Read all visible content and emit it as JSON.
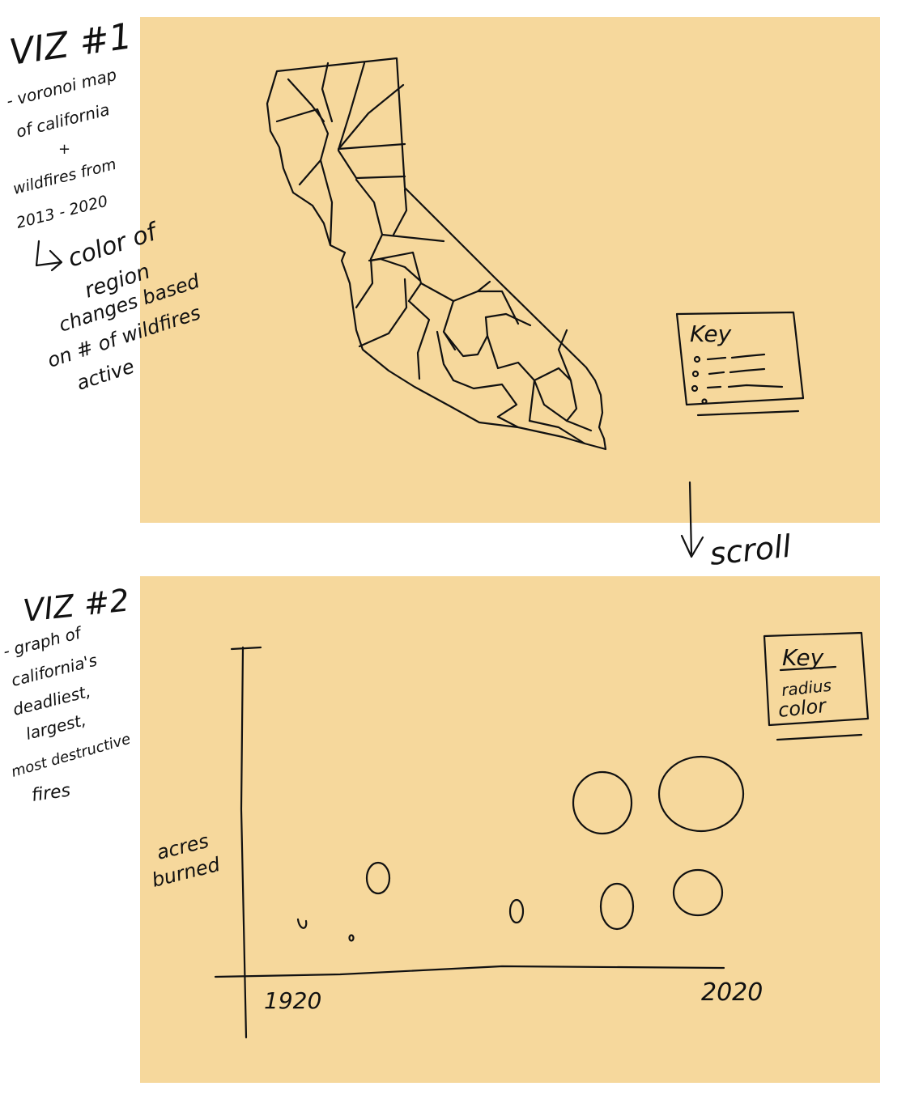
{
  "viz1": {
    "heading": "VIZ #1",
    "notes": [
      "- voronoi map",
      "of california",
      "+",
      "wildfires from",
      "2013 - 2020",
      "color of",
      "region",
      "changes based",
      "on # of wildfires",
      "active"
    ],
    "key_title": "Key"
  },
  "scroll_label": "scroll",
  "viz2": {
    "heading": "VIZ #2",
    "notes": [
      "- graph of",
      "california's",
      "deadliest,",
      "largest,",
      "most destructive",
      "fires"
    ],
    "key_title": "Key",
    "key_lines": [
      "radius",
      "color"
    ],
    "y_label": [
      "acres",
      "burned"
    ],
    "x_start": "1920",
    "x_end": "2020"
  },
  "colors": {
    "panel": "#f6d89c",
    "ink": "#111111"
  }
}
